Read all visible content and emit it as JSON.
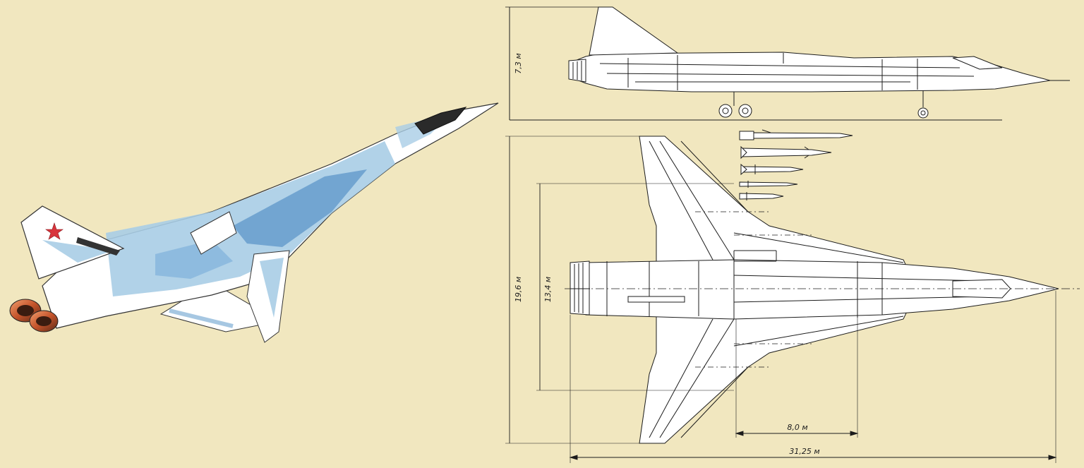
{
  "dimensions": {
    "height": "7,3 м",
    "wingspan": "19,6 м",
    "tail_span": "13,4 м",
    "wing_root": "8,0 м",
    "length": "31,25 м"
  },
  "colors": {
    "background": "#f1e7bf",
    "line": "#1c1c1c",
    "camo_light": "#a9cde6",
    "camo_dark": "#5d95c9",
    "star": "#d8343c",
    "nozzle": "#c4532a"
  },
  "insignia": "red-star"
}
